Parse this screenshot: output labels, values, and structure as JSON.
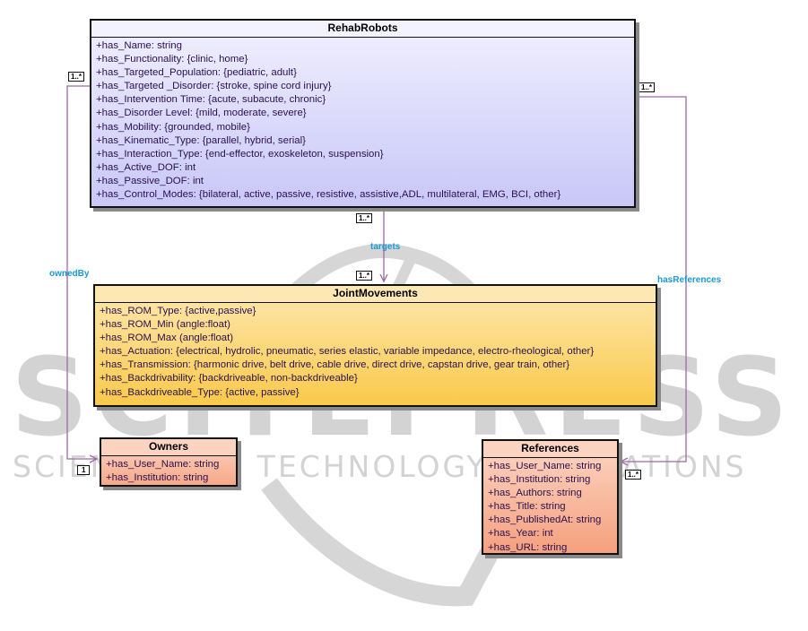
{
  "watermark": {
    "main": "SCITEPRESS",
    "sub": "SCIENCE AND TECHNOLOGY PUBLICATIONS"
  },
  "classes": {
    "rehab_robots": {
      "name": "RehabRobots",
      "attributes": [
        "+has_Name: string",
        "+has_Functionality: {clinic, home}",
        "+has_Targeted_Population: {pediatric, adult}",
        "+has_Targeted _Disorder: {stroke, spine cord injury}",
        "+has_Intervention Time: {acute, subacute, chronic}",
        "+has_Disorder Level: {mild, moderate, severe}",
        "+has_Mobility: {grounded, mobile}",
        "+has_Kinematic_Type: {parallel, hybrid, serial}",
        "+has_Interaction_Type: {end-effector, exoskeleton, suspension}",
        "+has_Active_DOF: int",
        "+has_Passive_DOF: int",
        "+has_Control_Modes: {bilateral, active, passive, resistive, assistive,ADL, multilateral, EMG, BCI, other}"
      ]
    },
    "joint_movements": {
      "name": "JointMovements",
      "attributes": [
        "+has_ROM_Type: {active,passive}",
        "+has_ROM_Min (angle:float)",
        "+has_ROM_Max (angle:float)",
        "+has_Actuation: {electrical, hydrolic, pneumatic, series elastic, variable impedance, electro-rheological, other}",
        "+has_Transmission: {harmonic drive, belt drive, cable drive, direct drive, capstan drive, gear train, other}",
        "+has_Backdrivability: {backdriveable, non-backdriveable}",
        "+has_Backdriveable_Type: {active, passive}"
      ]
    },
    "owners": {
      "name": "Owners",
      "attributes": [
        "+has_User_Name: string",
        "+has_Institution: string"
      ]
    },
    "references": {
      "name": "References",
      "attributes": [
        "+has_User_Name: string",
        "+has_Institution: string",
        "+has_Authors: string",
        "+has_Title: string",
        "+has_PublishedAt: string",
        "+has_Year: int",
        "+has_URL: string"
      ]
    }
  },
  "associations": {
    "targets": {
      "label": "targets",
      "source_mult": "1..*",
      "target_mult": "1..*"
    },
    "owned_by": {
      "label": "ownedBy",
      "source_mult": "1..*",
      "target_mult": "1"
    },
    "has_references": {
      "label": "hasReferences",
      "source_mult": "1..*",
      "target_mult": "1..*"
    }
  },
  "colors": {
    "association_line": "#9b6aa6",
    "association_label": "#1a9ad0",
    "rehab_fill": "#d6d5fa",
    "joint_fill": "#fbd46a",
    "owners_fill": "#f8b79c",
    "references_fill": "#f8b79c"
  }
}
